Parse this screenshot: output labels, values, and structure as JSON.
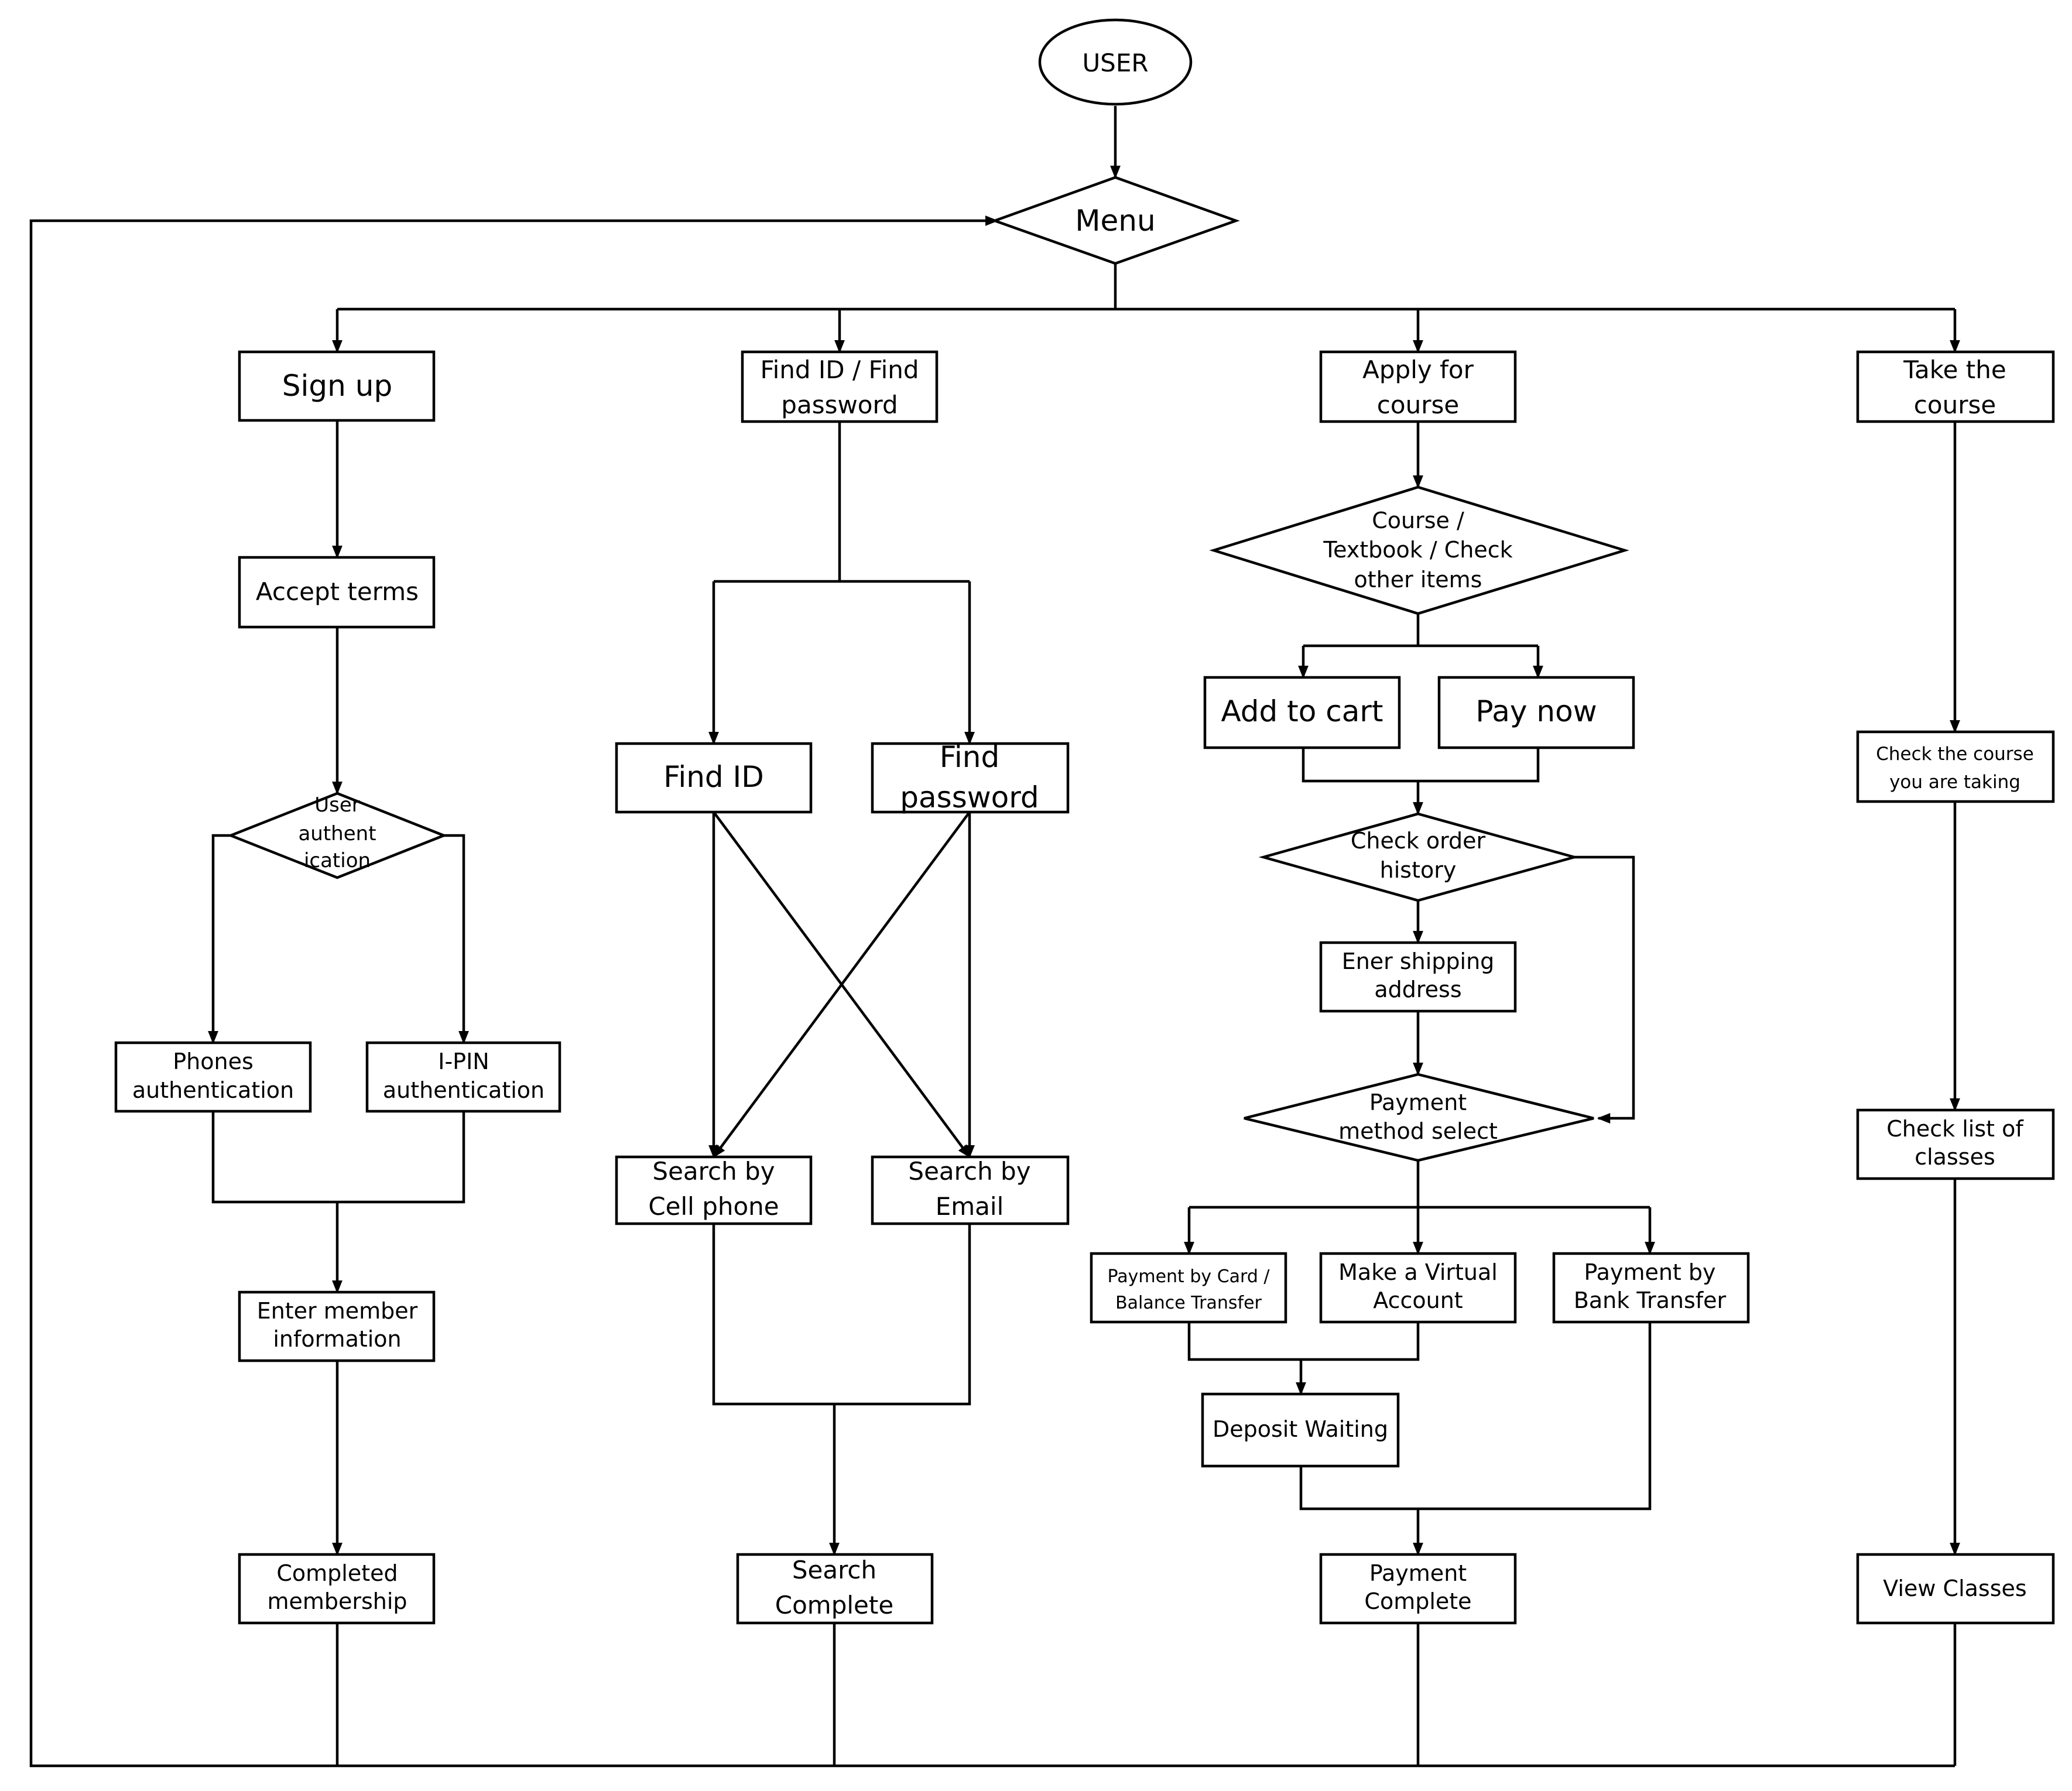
{
  "nodes": {
    "user": "USER",
    "menu": "Menu",
    "sign_up": "Sign up",
    "accept_terms": "Accept terms",
    "user_authentication": [
      "User",
      "authent",
      "ication"
    ],
    "phones_authentication": [
      "Phones",
      "authentication"
    ],
    "ipin_authentication": [
      "I-PIN",
      "authentication"
    ],
    "enter_member_information": [
      "Enter member",
      "information"
    ],
    "completed_membership": [
      "Completed",
      "membership"
    ],
    "find_id_password": [
      "Find ID / Find",
      "password"
    ],
    "find_id": "Find ID",
    "find_password": [
      "Find",
      "password"
    ],
    "search_by_cell_phone": [
      "Search by",
      "Cell phone"
    ],
    "search_by_email": [
      "Search by",
      "Email"
    ],
    "search_complete": [
      "Search",
      "Complete"
    ],
    "apply_for_course": [
      "Apply for",
      "course"
    ],
    "course_textbook_check": [
      "Course /",
      "Textbook / Check",
      "other items"
    ],
    "add_to_cart": "Add to cart",
    "pay_now": "Pay now",
    "check_order_history": [
      "Check order",
      "history"
    ],
    "enter_shipping_address": [
      "Ener shipping",
      "address"
    ],
    "payment_method_select": [
      "Payment",
      "method select"
    ],
    "payment_by_card": [
      "Payment by Card /",
      "Balance Transfer"
    ],
    "make_virtual_account": [
      "Make a Virtual",
      "Account"
    ],
    "payment_by_bank_transfer": [
      "Payment by",
      "Bank Transfer"
    ],
    "deposit_waiting": "Deposit Waiting",
    "payment_complete": [
      "Payment",
      "Complete"
    ],
    "take_the_course": [
      "Take the",
      "course"
    ],
    "check_course_taking": [
      "Check the course",
      "you are taking"
    ],
    "check_list_of_classes": [
      "Check list of",
      "classes"
    ],
    "view_classes": "View Classes"
  }
}
